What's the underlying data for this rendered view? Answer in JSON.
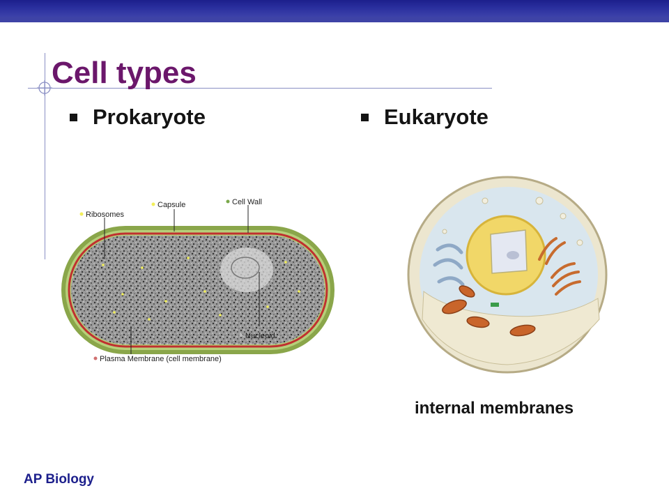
{
  "slide": {
    "title": "Cell types",
    "bullets": [
      "Prokaryote",
      "Eukaryote"
    ],
    "footer": "AP Biology"
  },
  "prokaryote_diagram": {
    "labels": {
      "ribosomes": "Ribosomes",
      "capsule": "Capsule",
      "cell_wall": "Cell Wall",
      "nucleoid": "Nucleoid",
      "plasma_membrane": "Plasma Membrane (cell membrane)"
    },
    "colors": {
      "capsule": "#8aa64a",
      "membrane": "#c03030",
      "ribosome": "#f2ef5a"
    }
  },
  "eukaryote_diagram": {
    "caption": "internal membranes",
    "colors": {
      "nucleus": "#f1d768",
      "mitochondria": "#c9652b",
      "cytoplasm": "#d9e6ee"
    }
  },
  "theme": {
    "title_color": "#6b176b",
    "bar_color": "#1c1f8c"
  }
}
